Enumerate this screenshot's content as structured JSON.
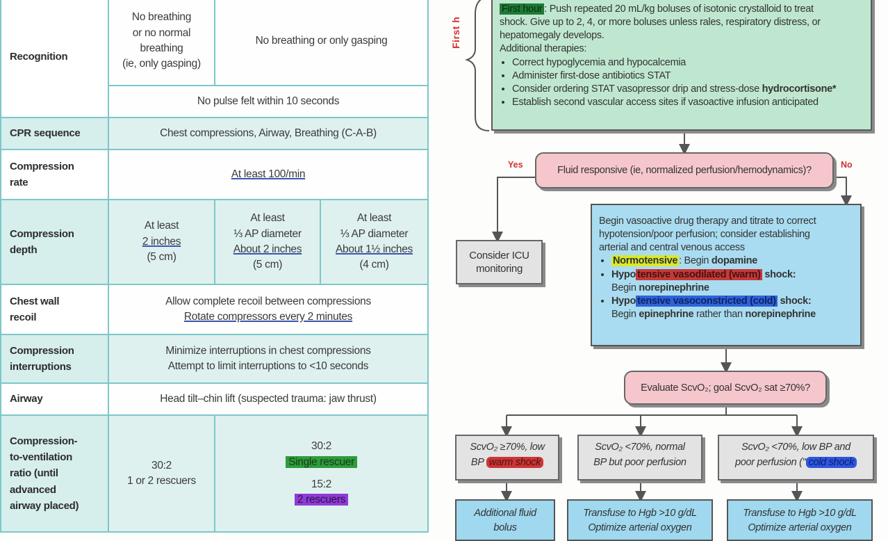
{
  "table": {
    "recognition": {
      "header": "Recognition",
      "adult_lines": [
        "No breathing",
        "or no normal",
        "breathing",
        "(ie, only gasping)"
      ],
      "child_infant": "No breathing or only gasping",
      "pulse": "No pulse felt within 10 seconds"
    },
    "cpr_sequence": {
      "header": "CPR sequence",
      "value": "Chest compressions, Airway, Breathing (C-A-B)"
    },
    "compression_rate": {
      "header_lines": [
        "Compression",
        "rate"
      ],
      "value": "At least 100/min"
    },
    "compression_depth": {
      "header_lines": [
        "Compression",
        "depth"
      ],
      "adult": [
        "At least",
        "2 inches",
        "(5 cm)"
      ],
      "child": [
        "At least",
        "⅓ AP diameter",
        "About 2 inches",
        "(5 cm)"
      ],
      "infant": [
        "At least",
        "⅓ AP diameter",
        "About 1½ inches",
        "(4 cm)"
      ]
    },
    "chest_wall_recoil": {
      "header_lines": [
        "Chest wall",
        "recoil"
      ],
      "line1": "Allow complete recoil between compressions",
      "line2": "Rotate compressors every 2 minutes"
    },
    "compression_interruptions": {
      "header_lines": [
        "Compression",
        "interruptions"
      ],
      "line1": "Minimize interruptions in chest compressions",
      "line2": "Attempt to limit interruptions to <10 seconds"
    },
    "airway": {
      "header": "Airway",
      "value": "Head tilt–chin lift (suspected trauma: jaw thrust)"
    },
    "ratio": {
      "header_lines": [
        "Compression-",
        "to-ventilation",
        "ratio (until",
        "advanced",
        "airway placed)"
      ],
      "adult_line1": "30:2",
      "adult_line2": "1 or 2 rescuers",
      "child_ratio1": "30:2",
      "child_label1": "Single rescuer",
      "child_ratio2": "15:2",
      "child_label2": "2 rescuers"
    }
  },
  "flow": {
    "side_label": "First h",
    "first_hour": {
      "tag": "First hour",
      "line1_rest": ": Push repeated 20 mL/kg boluses of isotonic crystalloid to treat",
      "line2": "shock. Give up to 2, 4, or more boluses unless rales, respiratory distress, or",
      "line3": "hepatomegaly develops.",
      "additional_title": "Additional therapies:",
      "bullets": [
        "Correct hypoglycemia and hypocalcemia",
        "Administer first-dose antibiotics STAT",
        "Establish second vascular access sites if vasoactive infusion anticipated"
      ],
      "bullet3_text": "Consider ordering STAT vasopressor drip and stress-dose ",
      "bullet3_bold": "hydrocortisone*"
    },
    "question1": "Fluid responsive (ie, normalized perfusion/hemodynamics)?",
    "yes": "Yes",
    "no": "No",
    "icu_lines": [
      "Consider ICU",
      "monitoring"
    ],
    "vasoactive": {
      "intro_lines": [
        "Begin vasoactive drug therapy and titrate to correct",
        "hypotension/poor perfusion; consider establishing",
        "arterial and central venous access"
      ],
      "b1_label": "Normotensive",
      "b1_text": ": Begin ",
      "b1_drug": "dopamine",
      "b2_prefix": "Hypo",
      "b2_label": "tensive vasodilated (warm)",
      "b2_suffix": " shock:",
      "b2_text": "Begin ",
      "b2_drug": "norepinephrine",
      "b3_prefix": "Hypo",
      "b3_label": "tensive vasoconstricted (cold)",
      "b3_suffix": " shock:",
      "b3_text": "Begin ",
      "b3_drug": "epinephrine",
      "b3_mid": " rather than ",
      "b3_drug2": "norepinephrine"
    },
    "question2": "Evaluate ScvO₂; goal ScvO₂ sat ≥70%?",
    "outcome1": {
      "line1": "ScvO₂ ≥70%, low",
      "prefix": "BP ",
      "tag": "warm shock"
    },
    "outcome2": {
      "line1": "ScvO₂ <70%, normal",
      "line2": "BP but poor perfusion"
    },
    "outcome3": {
      "line1": "ScvO₂ <70%, low BP and",
      "prefix": "poor perfusion (\"",
      "tag": "cold shock"
    },
    "bottom1": [
      "Additional fluid",
      "bolus"
    ],
    "bottom2": [
      "Transfuse to Hgb >10 g/dL",
      "Optimize arterial oxygen"
    ],
    "bottom3": [
      "Transfuse to Hgb >10 g/dL",
      "Optimize arterial oxygen"
    ]
  }
}
